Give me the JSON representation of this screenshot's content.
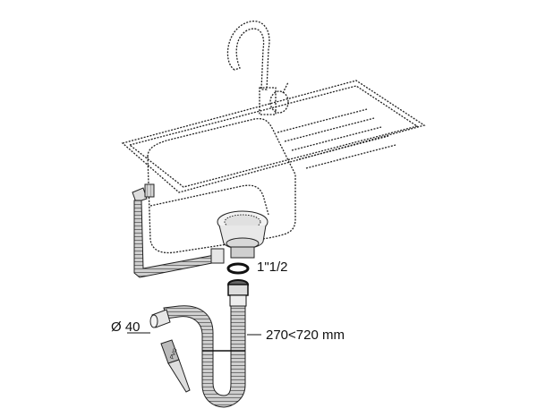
{
  "diagram": {
    "subject": "sink drain installation: faucet, sink with drainboard, basket strainer, overflow pipe, flexible trap",
    "labels": {
      "thread_size": "1\"1/2",
      "outlet_diameter": "Ø 40",
      "length_range": "270<720 mm"
    },
    "brush_text": "PVC",
    "colors": {
      "line": "#222222",
      "pipe_fill": "#d9d9d9",
      "background": "#ffffff"
    }
  }
}
